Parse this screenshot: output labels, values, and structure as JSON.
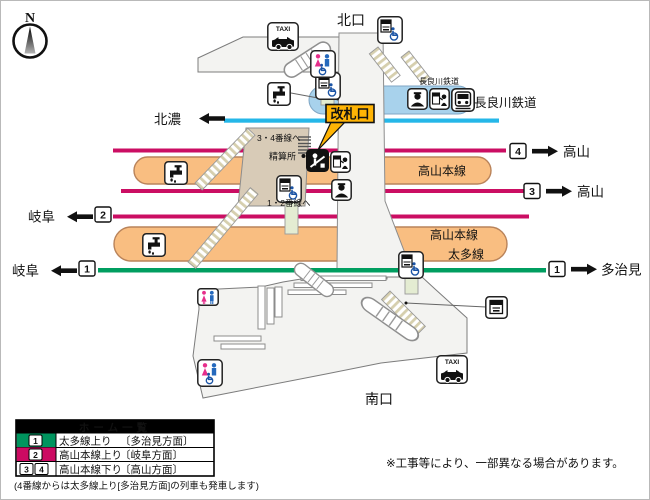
{
  "map": {
    "compass_n": "N",
    "north_exit": "北口",
    "south_exit": "南口",
    "ticket_gate": "改札口",
    "nagaragawa_platform_label": "長良川鉄道",
    "nagaragawa_line_label": "長良川鉄道",
    "taxi_label": "TAXI",
    "destinations": {
      "hokuno": "北濃",
      "takayama_4": "高山",
      "takayama_3": "高山",
      "gifu_2": "岐阜",
      "gifu_1": "岐阜",
      "tajimi_1": "多治見"
    },
    "track_badges": {
      "n4": "4",
      "n3": "3",
      "n2": "2",
      "n1_left": "1",
      "n1_right": "1"
    },
    "platform_labels": {
      "platform1": "高山本線",
      "platform2_line1": "高山本線",
      "platform2_line2": "太多線"
    },
    "station_signs": {
      "to_tracks_34": "3・4番線へ",
      "fare_adjustment": "精算所",
      "to_tracks_12": "1・2番線へ"
    }
  },
  "legend": {
    "title": "ホーム一覧",
    "rows": [
      {
        "badges": [
          "1"
        ],
        "cell_color": "#00945E",
        "line_name": "太多線上り",
        "direction": "〔多治見方面〕"
      },
      {
        "badges": [
          "2"
        ],
        "cell_color": "#CC0A62",
        "line_name": "高山本線上り",
        "direction": "〔岐阜方面〕"
      },
      {
        "badges": [
          "3",
          "4"
        ],
        "cell_color": "#FFFFFF",
        "line_name": "高山本線下り",
        "direction": "〔高山方面〕"
      }
    ],
    "note": "(4番線からは太多線上り[多治見方面]の列車も発車します)"
  },
  "disclaimer": "※工事等により、一部異なる場合があります。",
  "colors": {
    "taita_line_green": "#009E60",
    "takayama_line_pink": "#CB0E63",
    "nagaragawa_line_cyan": "#25B7E8",
    "platform_orange": "#F9BE81",
    "nagaragawa_platform_blue": "#A8D2EC",
    "callout_yellow": "#FFB405",
    "station_building_beige": "#D8CBB7"
  }
}
